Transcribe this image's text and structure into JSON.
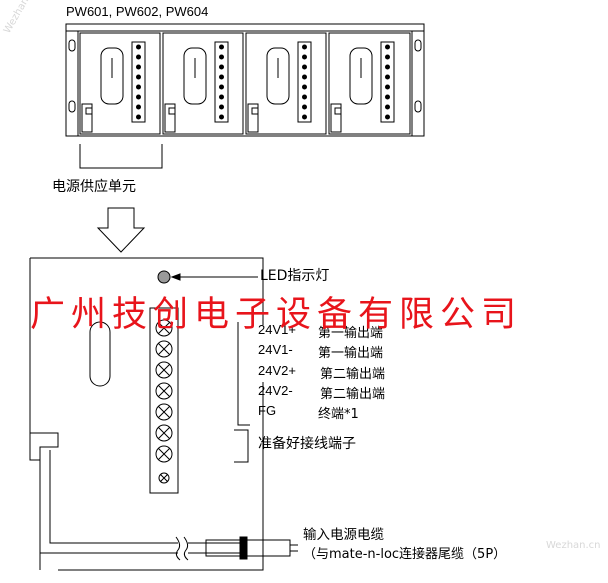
{
  "header": {
    "title": "PW601, PW602, PW604"
  },
  "rack": {
    "slot_count": 4
  },
  "supply_label": "电源供应单元",
  "led_label": "LED指示灯",
  "watermark": "广州技创电子设备有限公司",
  "terminals": [
    {
      "name": "24V1+",
      "desc": "第一输出端"
    },
    {
      "name": "24V1-",
      "desc": "第一输出端"
    },
    {
      "name": "24V2+",
      "desc": "第二输出端"
    },
    {
      "name": "24V2-",
      "desc": "第二输出端"
    },
    {
      "name": "FG",
      "desc": "终端*1"
    }
  ],
  "ready_label": "准备好接线端子",
  "cable_label": "输入电源电缆",
  "cable_sub": "（与mate-n-loc连接器尾缆（5P）",
  "corner_marks": {
    "top_left": "Wezhan.cn",
    "bottom_right": "Wezhan.cn"
  },
  "colors": {
    "line": "#000000",
    "watermark": "#e8141b",
    "led": "#9a9a9a"
  }
}
